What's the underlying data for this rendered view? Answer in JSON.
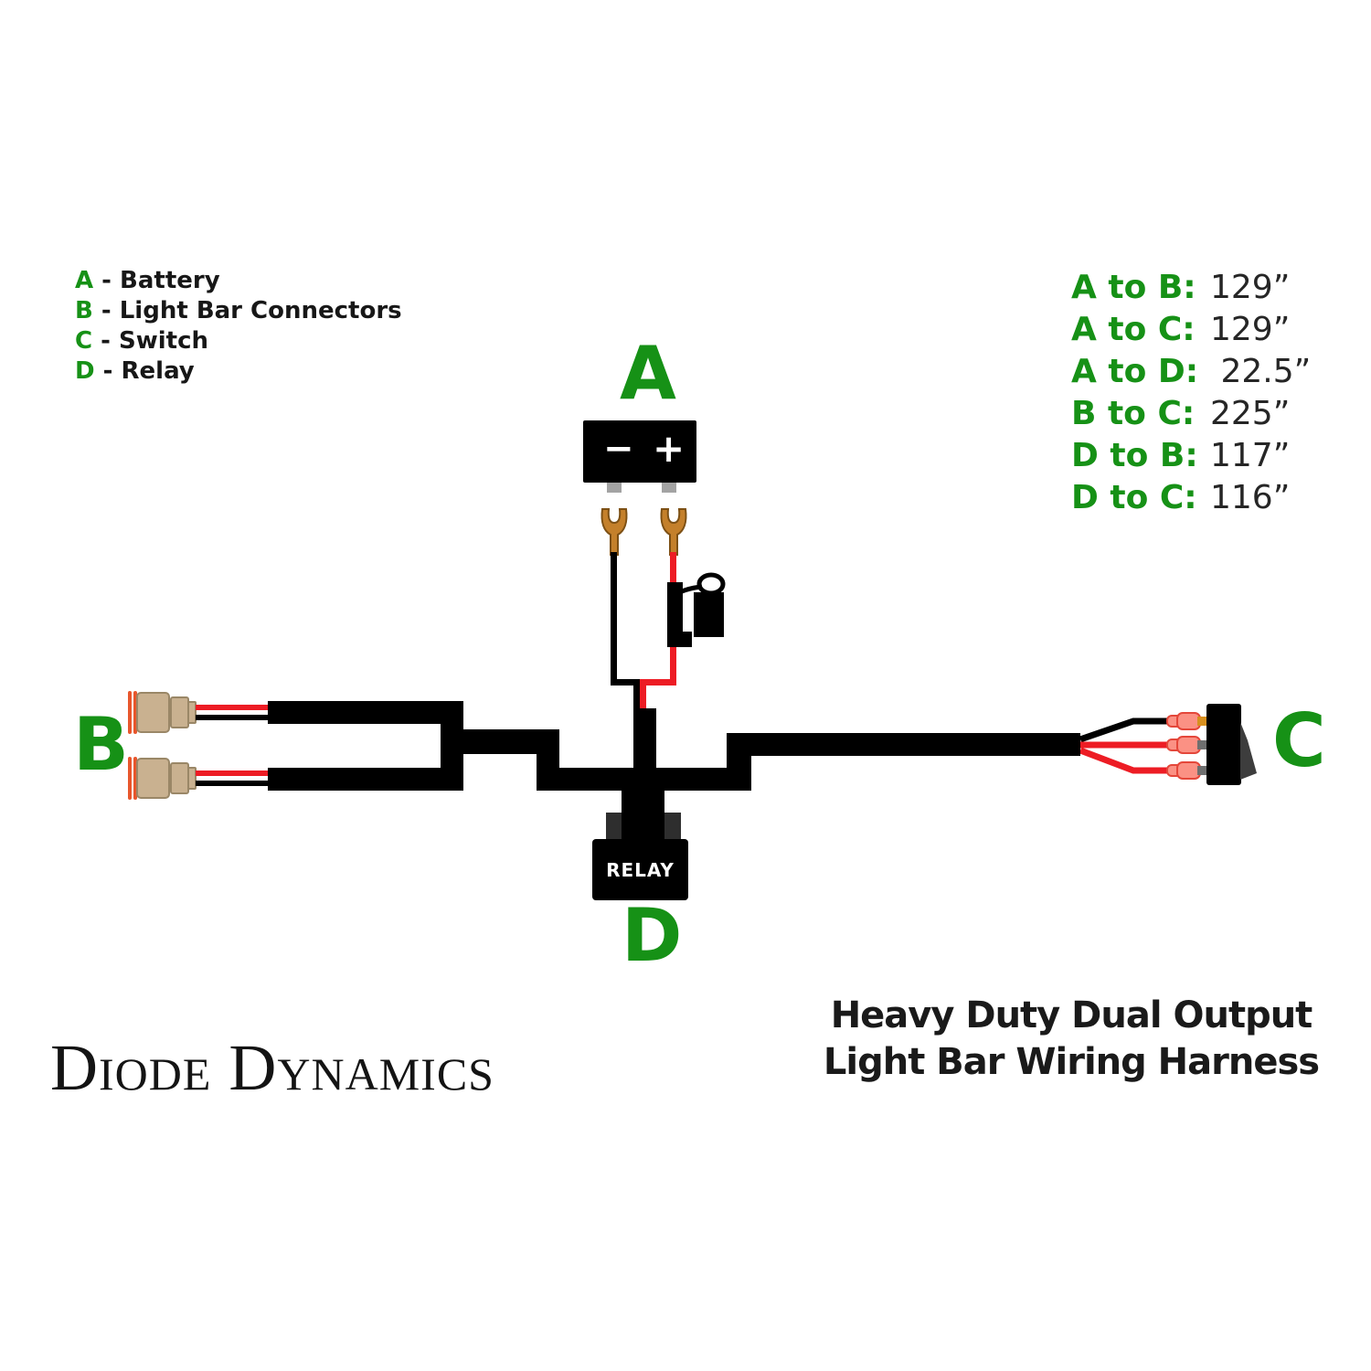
{
  "colors": {
    "bg": "#ffffff",
    "green": "#169116",
    "harness_black": "#000000",
    "wire_red": "#ed1c24",
    "connector_tan": "#c9b190",
    "connector_tan_border": "#9a8767",
    "seal_orange": "#e8562c",
    "terminal_copper": "#c4802b",
    "terminal_copper_border": "#7d5014",
    "post_gray": "#a3a3a3",
    "pink_terminal": "#fb9184",
    "pink_terminal_border": "#e4473a",
    "tab_orange": "#d8901f",
    "tab_gray": "#6f6f6f",
    "relay_connector_gray": "#2e2e2e",
    "rocker_gray": "#3d3d3d"
  },
  "legend": {
    "separator": " - ",
    "items": [
      {
        "letter": "A",
        "label": "Battery"
      },
      {
        "letter": "B",
        "label": "Light Bar Connectors"
      },
      {
        "letter": "C",
        "label": "Switch"
      },
      {
        "letter": "D",
        "label": "Relay"
      }
    ]
  },
  "measurements": {
    "items": [
      {
        "label": "A to B:",
        "value": "129”"
      },
      {
        "label": "A to C:",
        "value": "129”"
      },
      {
        "label": "A to D:",
        "value": " 22.5”"
      },
      {
        "label": "B to C:",
        "value": "225”"
      },
      {
        "label": "D to B:",
        "value": "117”"
      },
      {
        "label": "D to C:",
        "value": "116”"
      }
    ]
  },
  "diagram": {
    "labels": {
      "battery": "A",
      "light_bar": "B",
      "switch": "C",
      "relay": "D"
    },
    "battery": {
      "minus": "−",
      "plus": "+"
    },
    "relay_text": "RELAY"
  },
  "footer": {
    "brand": "Diode Dynamics",
    "title_line1": "Heavy Duty Dual Output",
    "title_line2": "Light Bar Wiring Harness"
  }
}
